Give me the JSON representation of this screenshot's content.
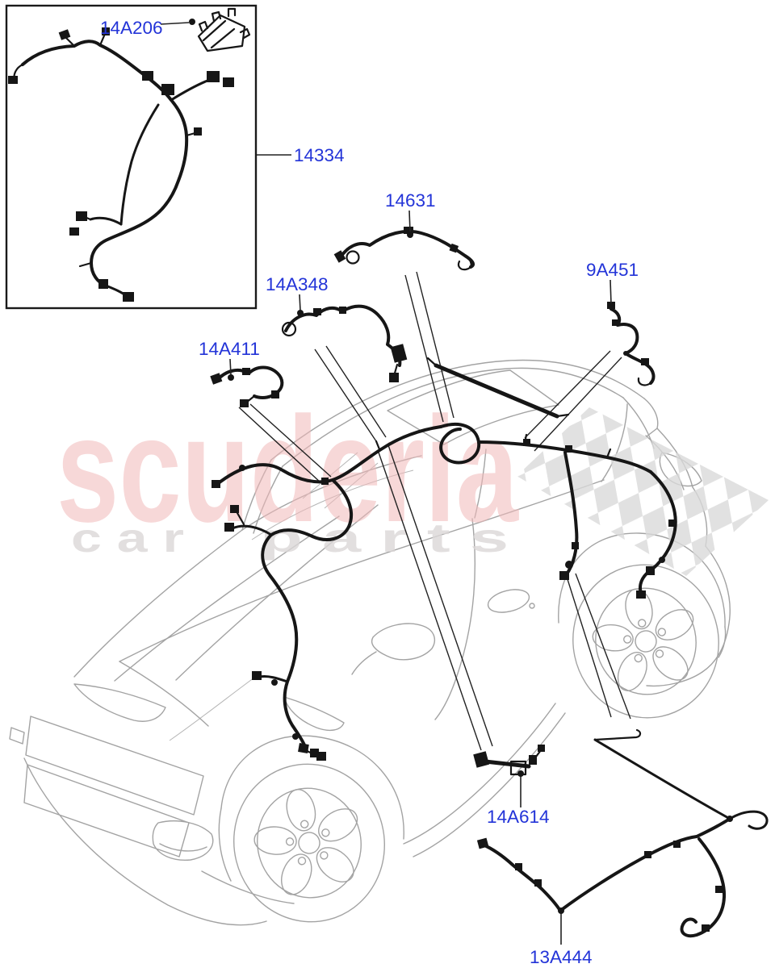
{
  "diagram": {
    "kind": "vehicle wiring harness parts illustration",
    "callout_count": 8
  },
  "part_labels": {
    "14A206": "14A206",
    "14334": "14334",
    "14631": "14631",
    "14A348": "14A348",
    "14A411": "14A411",
    "9A451": "9A451",
    "14A614": "14A614",
    "13A444": "13A444"
  },
  "watermark": {
    "brand": "scuderia",
    "car_word": "c a r",
    "parts_word": "p a r t s"
  },
  "colors": {
    "label_blue": "#2334d8",
    "watermark_pink": "#f2b9b9",
    "watermark_gray": "#dcd8d8",
    "checker_gray": "#d9d9d9",
    "harness_black": "#161616",
    "car_line_gray": "#a3a3a3",
    "background": "#ffffff"
  }
}
